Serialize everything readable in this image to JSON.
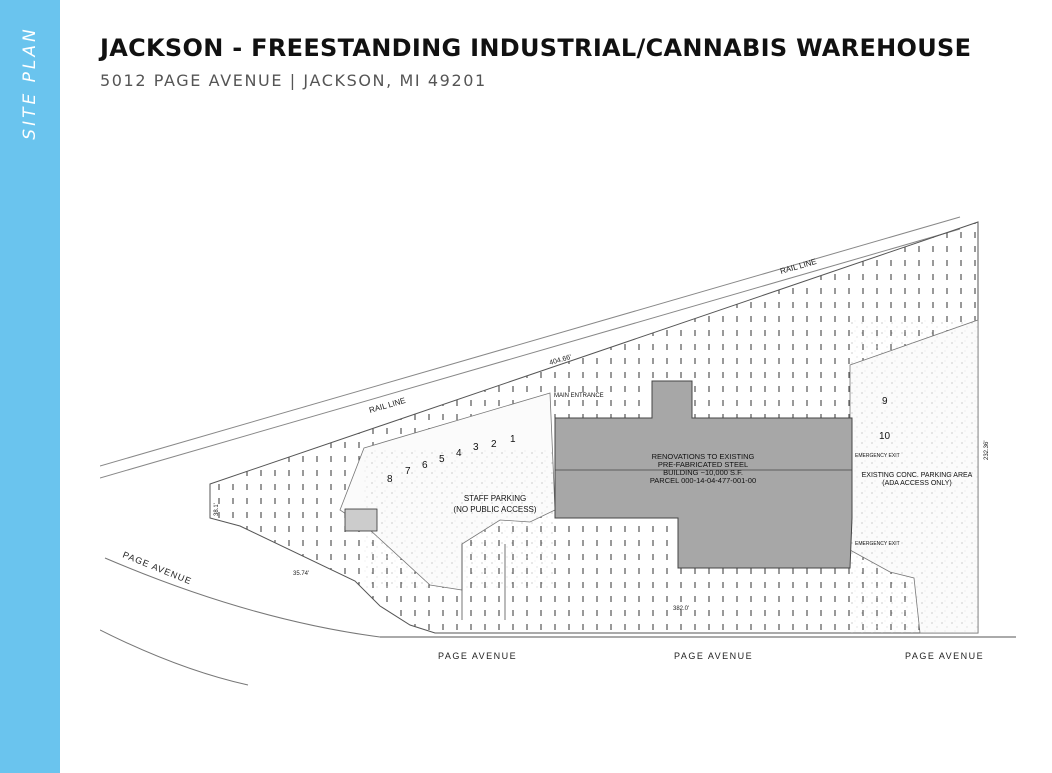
{
  "sidebar": {
    "label": "SITE PLAN"
  },
  "header": {
    "title": "JACKSON - FREESTANDING INDUSTRIAL/CANNABIS WAREHOUSE",
    "address": "5012 PAGE AVENUE | JACKSON, MI 49201"
  },
  "site_plan": {
    "rail_line_label": "RAIL LINE",
    "rail_dimension": "404.66'",
    "main_entrance": "MAIN\nENTRANCE",
    "building_note": [
      "RENOVATIONS TO EXISTING",
      "PRE-FABRICATED STEEL",
      "BUILDING ~10,000 S.F.",
      "PARCEL 000-14-04-477-001-00"
    ],
    "staff_parking": [
      "STAFF PARKING",
      "(NO PUBLIC ACCESS)"
    ],
    "existing_parking": [
      "EXISTING CONC. PARKING AREA",
      "(ADA ACCESS ONLY)"
    ],
    "emergency_exit": "EMERGENCY\nEXIT",
    "right_dimension": "232.36'",
    "left_dimension": "38.1'",
    "bottom_dimension": "382.0'",
    "diagonal_dimension": "35.74'",
    "page_avenue_labels": [
      "PAGE AVENUE",
      "PAGE AVENUE",
      "PAGE AVENUE",
      "PAGE AVENUE"
    ],
    "stall_numbers": [
      "1",
      "2",
      "3",
      "4",
      "5",
      "6",
      "7",
      "8",
      "9",
      "10"
    ]
  }
}
